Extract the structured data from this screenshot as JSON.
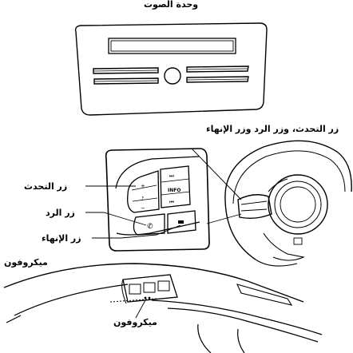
{
  "audio_unit": {
    "title": "وحدة الصوت"
  },
  "controls": {
    "title": "زر التحدث، وزر الرد وزر الإنهاء",
    "talk_button": "زر التحدث",
    "answer_button": "زر الرد",
    "end_button": "زر الإنهاء",
    "info_label": "INFO"
  },
  "microphone": {
    "title": "ميكروفون",
    "callout": "ميكروفون"
  }
}
